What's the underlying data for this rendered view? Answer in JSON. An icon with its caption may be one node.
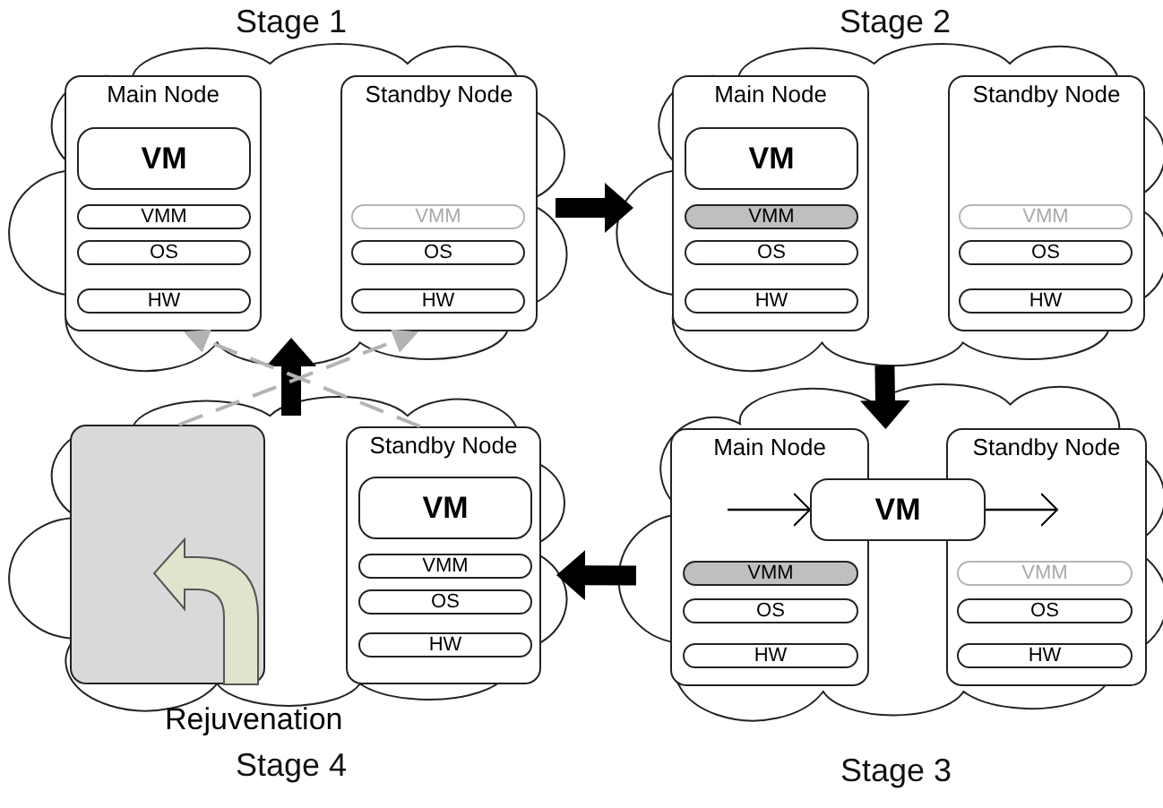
{
  "diagram": {
    "nodes": [
      {
        "text": [
          "Stage 1"
        ]
      },
      {
        "text": [
          "Main Node"
        ],
        "in": 0
      },
      {
        "text": [
          "VM"
        ],
        "in": 1
      },
      {
        "text": [
          "VMM"
        ],
        "in": 1
      },
      {
        "text": [
          "OS"
        ],
        "in": 1
      },
      {
        "text": [
          "HW"
        ],
        "in": 1
      },
      {
        "text": [
          "Standby Node"
        ],
        "in": 0
      },
      {
        "text": [
          "VMM"
        ],
        "in": 6
      },
      {
        "text": [
          "OS"
        ],
        "in": 6
      },
      {
        "text": [
          "HW"
        ],
        "in": 6
      },
      {
        "text": [
          "Stage 2"
        ]
      },
      {
        "text": [
          "Main Node"
        ],
        "in": 10
      },
      {
        "text": [
          "VM"
        ],
        "in": 11
      },
      {
        "text": [
          "VMM"
        ],
        "in": 11
      },
      {
        "text": [
          "OS"
        ],
        "in": 11
      },
      {
        "text": [
          "HW"
        ],
        "in": 11
      },
      {
        "text": [
          "Standby Node"
        ],
        "in": 10
      },
      {
        "text": [
          "VMM"
        ],
        "in": 16
      },
      {
        "text": [
          "OS"
        ],
        "in": 16
      },
      {
        "text": [
          "HW"
        ],
        "in": 16
      },
      {
        "text": [
          "Stage 3"
        ]
      },
      {
        "text": [
          "Main Node"
        ],
        "in": 20
      },
      {
        "text": [
          "VM"
        ],
        "in": 20
      },
      {
        "text": [
          "VMM"
        ],
        "in": 21
      },
      {
        "text": [
          "OS"
        ],
        "in": 21
      },
      {
        "text": [
          "HW"
        ],
        "in": 21
      },
      {
        "text": [
          "Standby Node"
        ],
        "in": 20
      },
      {
        "text": [
          "VMM"
        ],
        "in": 26
      },
      {
        "text": [
          "OS"
        ],
        "in": 26
      },
      {
        "text": [
          "HW"
        ],
        "in": 26
      },
      {
        "text": [
          "Stage 4"
        ]
      },
      {
        "text": [],
        "shape": "box",
        "in": 30,
        "beside": [
          "Rejuvenation"
        ]
      },
      {
        "text": [
          "Standby Node"
        ],
        "in": 30
      },
      {
        "text": [
          "VM"
        ],
        "in": 32
      },
      {
        "text": [
          "VMM"
        ],
        "in": 32
      },
      {
        "text": [
          "OS"
        ],
        "in": 32
      },
      {
        "text": [
          "HW"
        ],
        "in": 32
      }
    ],
    "edges": [
      {
        "from": 0,
        "to": 10,
        "arrow": "to",
        "style": "thick"
      },
      {
        "from": 10,
        "to": 20,
        "arrow": "to",
        "style": "thick"
      },
      {
        "from": 20,
        "to": 30,
        "arrow": "to",
        "style": "thick"
      },
      {
        "from": 30,
        "to": 0,
        "arrow": "to",
        "style": "thick"
      },
      {
        "from": 32,
        "to": 1,
        "arrow": "to",
        "style": "dashed",
        "color": "#b3b3b3"
      },
      {
        "from": 31,
        "to": 6,
        "arrow": "to",
        "style": "dashed",
        "color": "#b3b3b3"
      },
      {
        "from": null,
        "to": 22,
        "arrow": "to"
      },
      {
        "from": 22,
        "to": null,
        "arrow": "to"
      }
    ]
  }
}
